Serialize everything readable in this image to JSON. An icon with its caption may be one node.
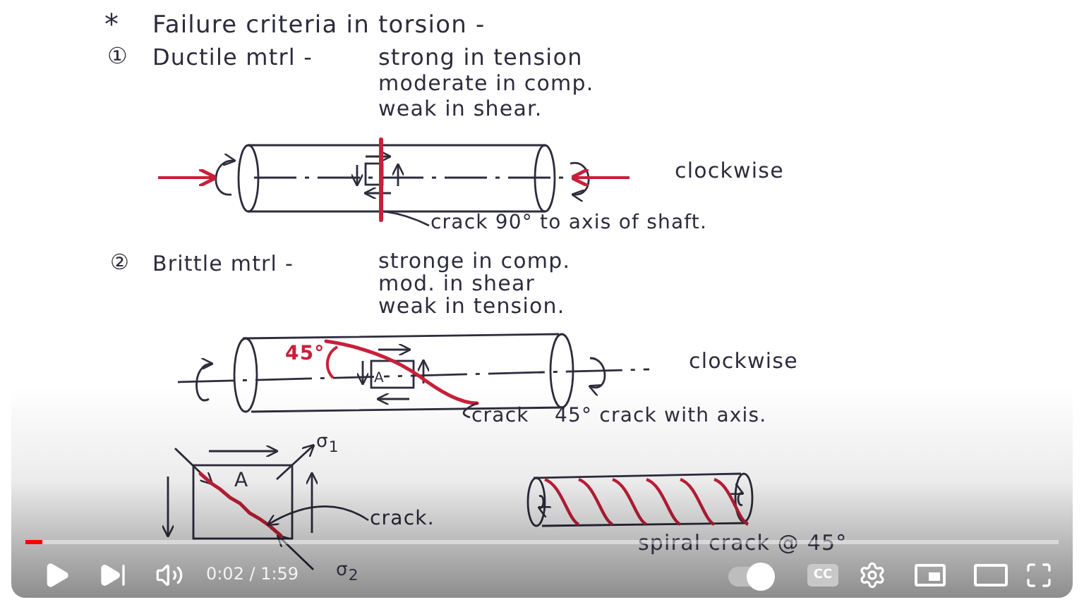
{
  "diagram": {
    "nodes": [
      {
        "text": [
          "crack 90° to axis of shaft."
        ]
      },
      {
        "text": [],
        "shape": "picture"
      },
      {
        "text": [
          "crack"
        ]
      },
      {
        "text": [],
        "shape": "picture"
      },
      {
        "text": [
          "crack."
        ]
      },
      {
        "text": [],
        "shape": "picture"
      }
    ],
    "edges": [
      {
        "from": 0,
        "to": 1,
        "arrow": "none"
      },
      {
        "from": 2,
        "to": 3,
        "arrow": "none"
      },
      {
        "from": 4,
        "to": 5,
        "arrow": "to"
      }
    ],
    "labels": [
      "*",
      "Failure criteria in torsion -",
      "①",
      "Ductile mtrl -",
      "strong in tension",
      "moderate in comp.",
      "weak in shear.",
      "clockwise",
      "②",
      "Brittle mtrl -",
      "stronge in comp.",
      "mod. in shear",
      "weak in tension.",
      "45°",
      "A",
      "clockwise",
      "45° crack with axis.",
      "σ$_{1}$",
      "A",
      "σ$_{2}$",
      "spiral crack @ 45°",
      "0:02 / 1:59",
      "CC"
    ]
  }
}
